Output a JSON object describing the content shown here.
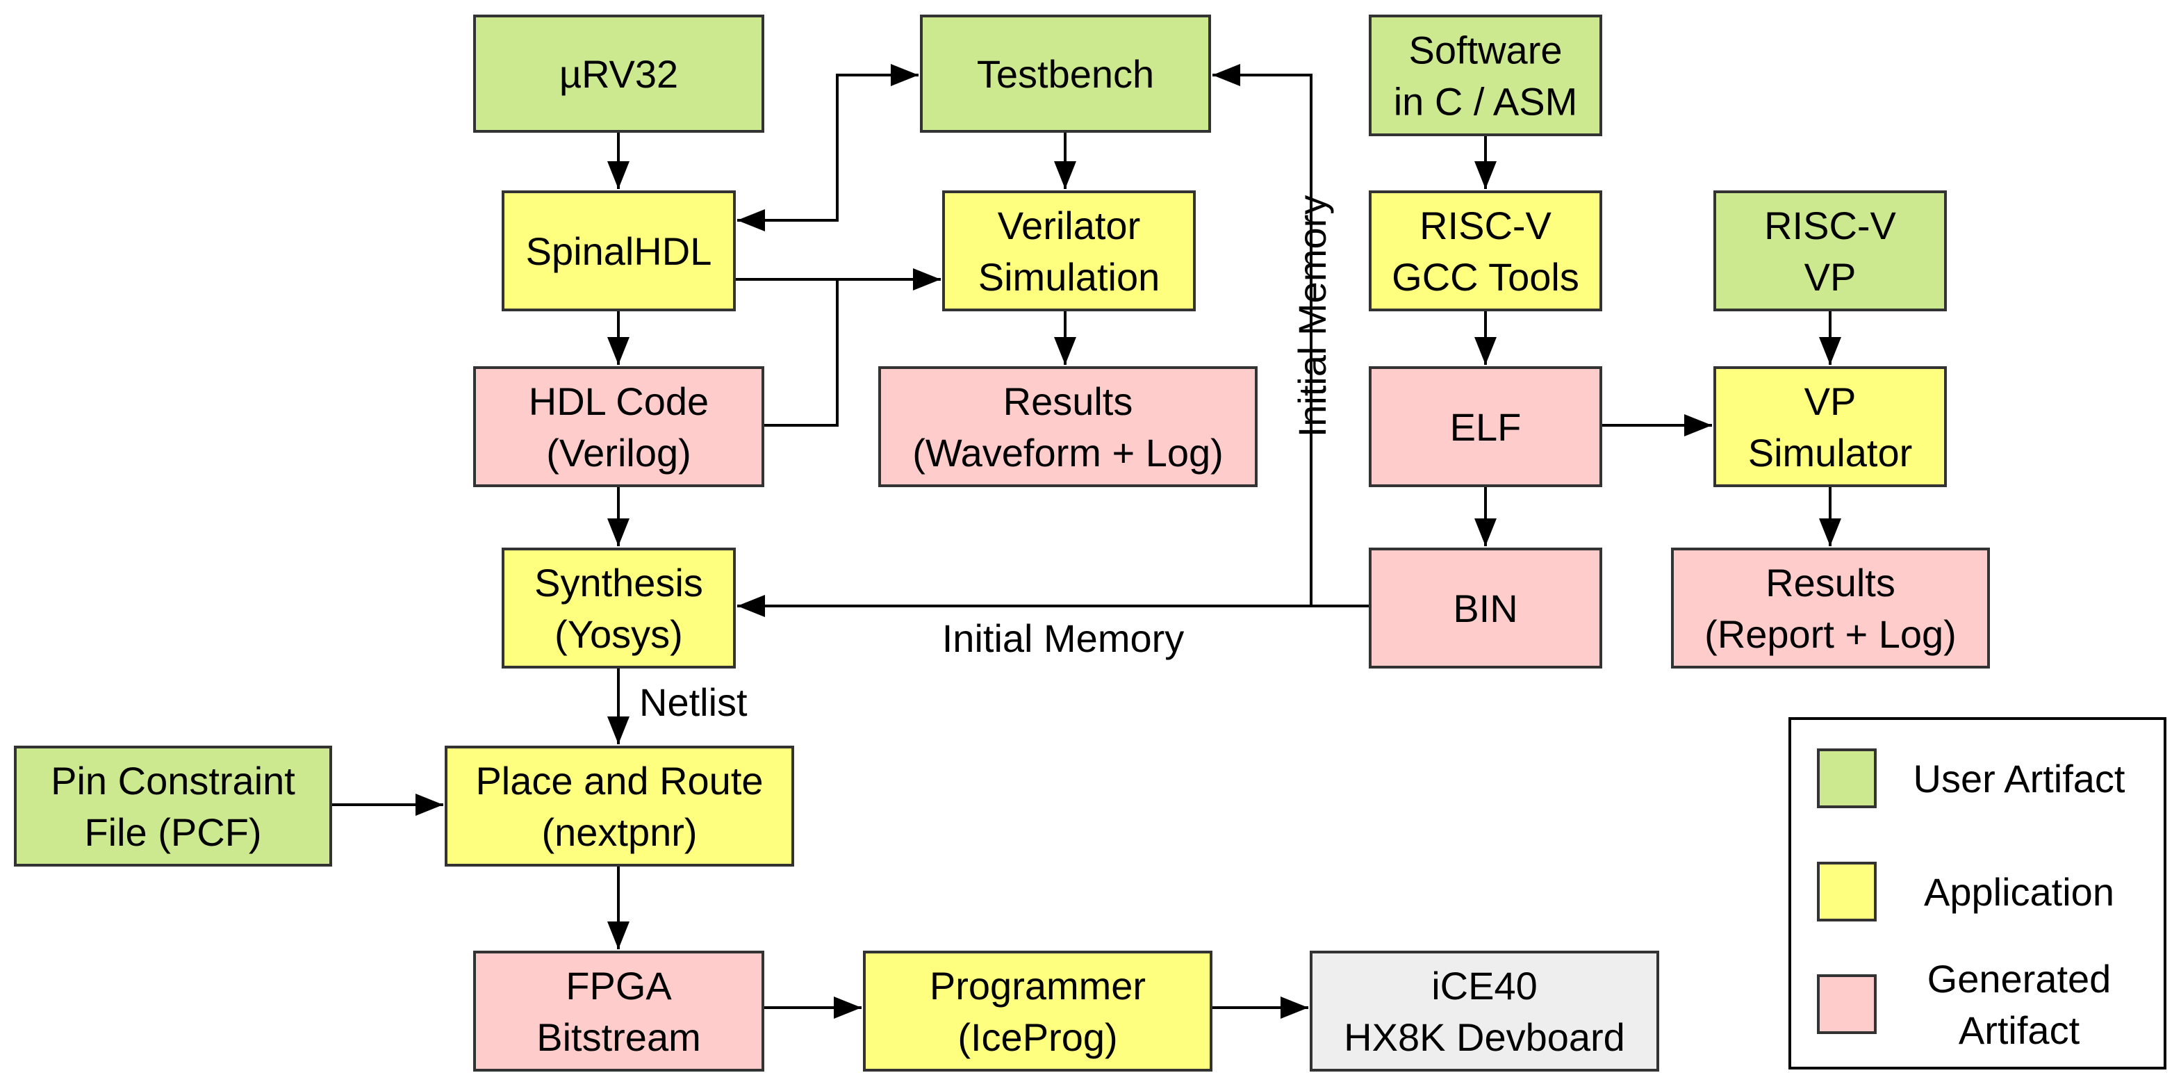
{
  "colors": {
    "user_artifact": "#cce98f",
    "application": "#ffff7f",
    "generated_artifact": "#ffcccc",
    "hardware": "#eeeeee",
    "stroke": "#333333"
  },
  "nodes": {
    "urv32": {
      "lines": [
        "µRV32"
      ],
      "kind": "user_artifact"
    },
    "testbench": {
      "lines": [
        "Testbench"
      ],
      "kind": "user_artifact"
    },
    "software": {
      "lines": [
        "Software",
        "in C / ASM"
      ],
      "kind": "user_artifact"
    },
    "spinalhdl": {
      "lines": [
        "SpinalHDL"
      ],
      "kind": "application"
    },
    "verilator": {
      "lines": [
        "Verilator",
        "Simulation"
      ],
      "kind": "application"
    },
    "gcc": {
      "lines": [
        "RISC-V",
        "GCC Tools"
      ],
      "kind": "application"
    },
    "riscv_vp": {
      "lines": [
        "RISC-V",
        "VP"
      ],
      "kind": "user_artifact"
    },
    "hdl_code": {
      "lines": [
        "HDL Code",
        "(Verilog)"
      ],
      "kind": "generated_artifact"
    },
    "results_sim": {
      "lines": [
        "Results",
        "(Waveform + Log)"
      ],
      "kind": "generated_artifact"
    },
    "elf": {
      "lines": [
        "ELF"
      ],
      "kind": "generated_artifact"
    },
    "vp_sim": {
      "lines": [
        "VP",
        "Simulator"
      ],
      "kind": "application"
    },
    "synthesis": {
      "lines": [
        "Synthesis",
        "(Yosys)"
      ],
      "kind": "application"
    },
    "bin": {
      "lines": [
        "BIN"
      ],
      "kind": "generated_artifact"
    },
    "results_vp": {
      "lines": [
        "Results",
        "(Report + Log)"
      ],
      "kind": "generated_artifact"
    },
    "pcf": {
      "lines": [
        "Pin Constraint",
        "File (PCF)"
      ],
      "kind": "user_artifact"
    },
    "pnr": {
      "lines": [
        "Place and Route",
        "(nextpnr)"
      ],
      "kind": "application"
    },
    "bitstream": {
      "lines": [
        "FPGA",
        "Bitstream"
      ],
      "kind": "generated_artifact"
    },
    "programmer": {
      "lines": [
        "Programmer",
        "(IceProg)"
      ],
      "kind": "application"
    },
    "devboard": {
      "lines": [
        "iCE40",
        "HX8K Devboard"
      ],
      "kind": "hardware"
    }
  },
  "edge_labels": {
    "initial_memory_horizontal": "Initial Memory",
    "initial_memory_vertical": "Initial Memory",
    "netlist": "Netlist"
  },
  "legend": {
    "user_artifact": [
      "User Artifact"
    ],
    "application": [
      "Application"
    ],
    "generated_artifact": [
      "Generated",
      "Artifact"
    ]
  }
}
